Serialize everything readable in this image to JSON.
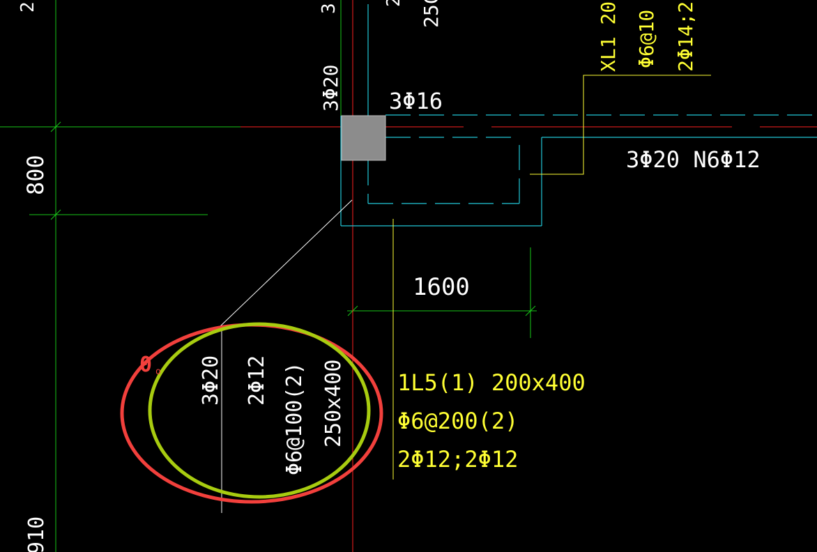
{
  "colors": {
    "background": "#000000",
    "text_white": "#ffffff",
    "text_yellow": "#ffff33",
    "grid_green": "#19c819",
    "axis_red": "#ff2020",
    "beam_cyan": "#22c8d8",
    "column_gray": "#8c8c8c",
    "ellipse_red": "#f2403c",
    "ellipse_green": "#a8cc10"
  },
  "labels": {
    "top_left_partial": "2",
    "top_col_partial": "3",
    "top_col2_partial": "2",
    "top_250_partial": "25C",
    "rebar_3phi20_vertical": "3Φ20",
    "rebar_3phi16": "3Φ16",
    "rebar_3phi20_n6": "3Φ20 N6Φ12",
    "dim_800": "800",
    "dim_1600": "1600",
    "bottom_left_partial": "910",
    "xl1_line1": "XL1 20",
    "xl1_line2": "Φ6@10",
    "xl1_line3": "2Φ14;2"
  },
  "circled_beam_note": {
    "line1": "3Φ20",
    "line2": "2Φ12",
    "line3": "Φ6@100(2)",
    "line4": "250x400"
  },
  "beam_note_1l5": {
    "line1": "1L5(1) 200x400",
    "line2": "Φ6@200(2)",
    "line3": "2Φ12;2Φ12"
  },
  "markup": {
    "marker_symbol": "0",
    "marker_sub": "o"
  }
}
